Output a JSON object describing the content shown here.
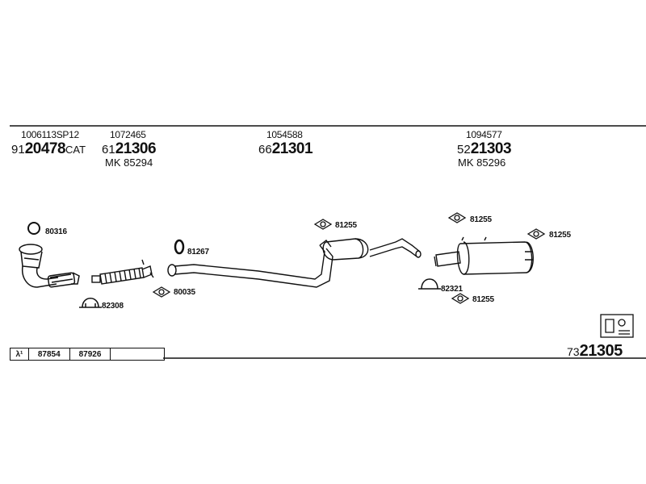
{
  "parts": [
    {
      "ref": "1006113SP12",
      "prefix": "91",
      "number": "20478",
      "suffix": "CAT",
      "mk": ""
    },
    {
      "ref": "1072465",
      "prefix": "61",
      "number": "21306",
      "suffix": "",
      "mk": "MK  85294"
    },
    {
      "ref": "1054588",
      "prefix": "66",
      "number": "21301",
      "suffix": "",
      "mk": ""
    },
    {
      "ref": "1094577",
      "prefix": "52",
      "number": "21303",
      "suffix": "",
      "mk": "MK  85296"
    }
  ],
  "labels": {
    "l80316": "80316",
    "l82308": "82308",
    "l81267": "81267",
    "l80035": "80035",
    "l81255_a": "81255",
    "l81255_b": "81255",
    "l81255_c": "81255",
    "l81255_d": "81255",
    "l82321": "82321"
  },
  "lambda_box": {
    "symbol": "λ¹",
    "values": [
      "87854",
      "87926",
      ""
    ]
  },
  "set": {
    "prefix": "73",
    "number": "21305"
  },
  "icons": [
    "pipe-diagram-icon",
    "kit-icon",
    "gasket-icon",
    "clamp-icon",
    "hanger-icon"
  ]
}
